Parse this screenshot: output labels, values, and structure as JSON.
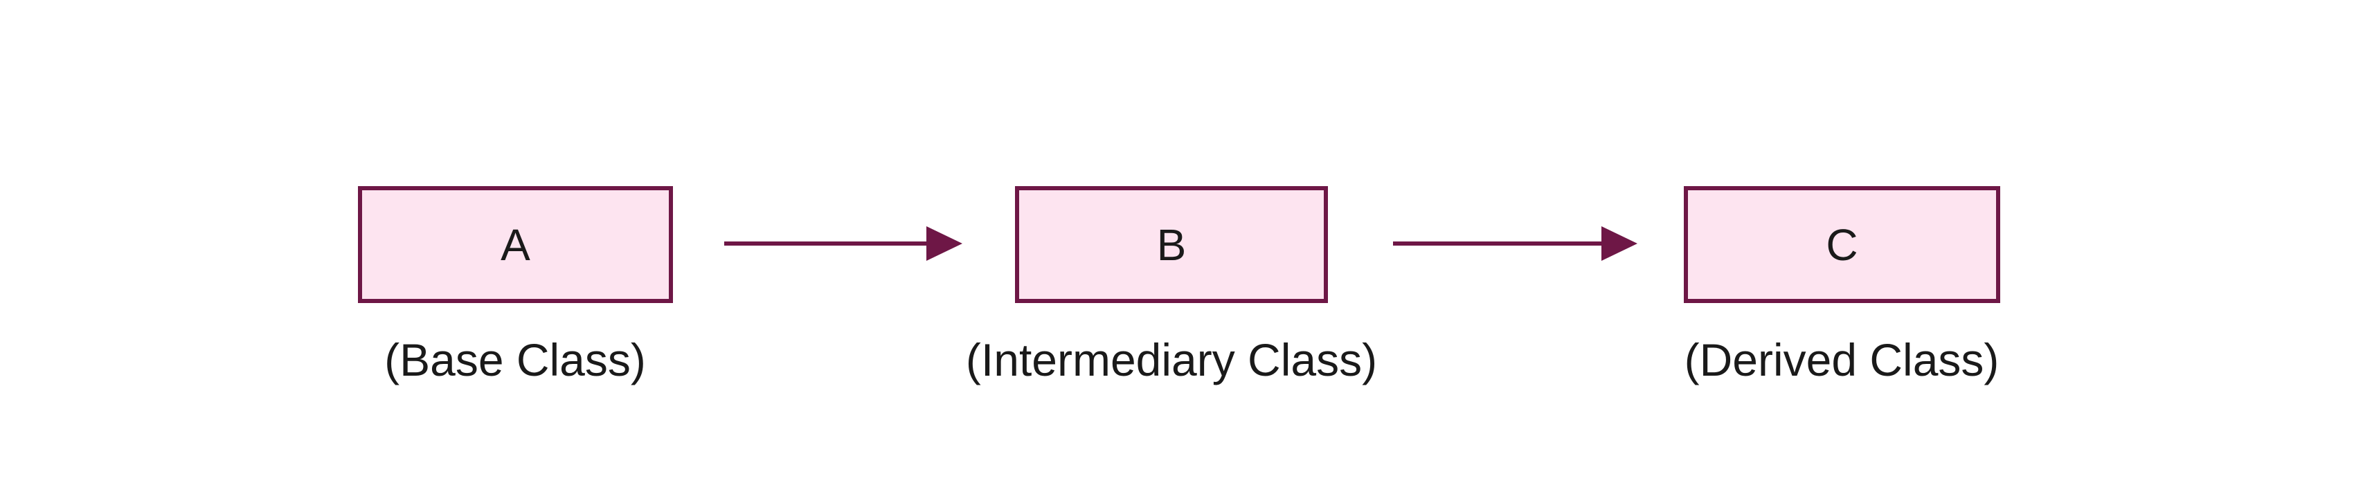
{
  "diagram": {
    "type": "flow",
    "nodes": [
      {
        "id": "A",
        "label": "A",
        "caption": "(Base Class)"
      },
      {
        "id": "B",
        "label": "B",
        "caption": "(Intermediary Class)"
      },
      {
        "id": "C",
        "label": "C",
        "caption": "(Derived Class)"
      }
    ],
    "arrows": [
      {
        "from": "A",
        "to": "B",
        "direction": "right"
      },
      {
        "from": "B",
        "to": "C",
        "direction": "right"
      }
    ],
    "colors": {
      "background": "#ffffff",
      "node_fill": "#fde4f0",
      "node_border": "#6e1746",
      "arrow": "#6e1746",
      "text": "#1a1a1a"
    }
  }
}
